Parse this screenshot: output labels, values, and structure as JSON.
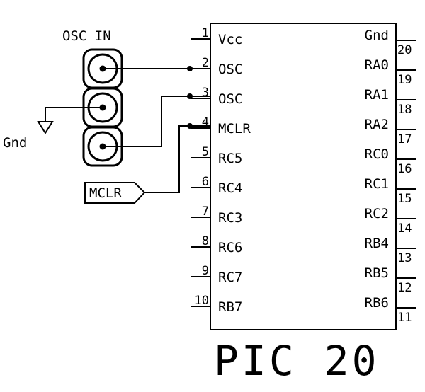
{
  "header": {
    "osc_in_label": "OSC IN"
  },
  "ground_label": "Gnd",
  "mclr_tag": "MCLR",
  "chip": {
    "name": "PIC 20",
    "left_pins": [
      {
        "num": "1",
        "name": "Vcc"
      },
      {
        "num": "2",
        "name": "OSC"
      },
      {
        "num": "3",
        "name": "OSC"
      },
      {
        "num": "4",
        "name": "MCLR"
      },
      {
        "num": "5",
        "name": "RC5"
      },
      {
        "num": "6",
        "name": "RC4"
      },
      {
        "num": "7",
        "name": "RC3"
      },
      {
        "num": "8",
        "name": "RC6"
      },
      {
        "num": "9",
        "name": "RC7"
      },
      {
        "num": "10",
        "name": "RB7"
      }
    ],
    "right_pins": [
      {
        "num": "20",
        "name": "Gnd"
      },
      {
        "num": "19",
        "name": "RA0"
      },
      {
        "num": "18",
        "name": "RA1"
      },
      {
        "num": "17",
        "name": "RA2"
      },
      {
        "num": "16",
        "name": "RC0"
      },
      {
        "num": "15",
        "name": "RC1"
      },
      {
        "num": "14",
        "name": "RC2"
      },
      {
        "num": "13",
        "name": "RB4"
      },
      {
        "num": "12",
        "name": "RB5"
      },
      {
        "num": "11",
        "name": "RB6"
      }
    ]
  }
}
